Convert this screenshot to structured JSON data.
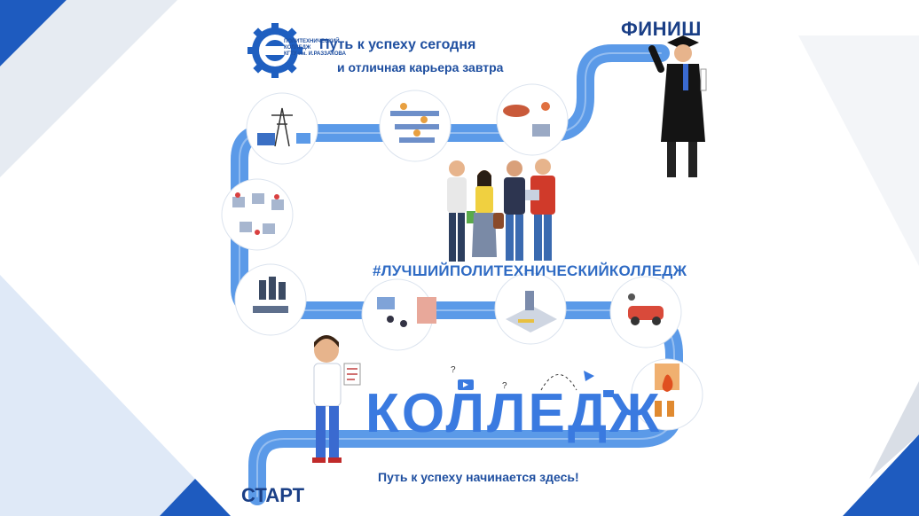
{
  "header": {
    "logo_text_line1": "ПОЛИТЕХНИЧЕСКИЙ КОЛЛЕДЖ",
    "logo_text_line2": "КГТУ им. И.РАЗЗАКОВА",
    "title_line1": "Путь к успеху сегодня",
    "title_line2": "и отличная карьера завтра"
  },
  "labels": {
    "finish": "ФИНИШ",
    "start": "СТАРТ",
    "hashtag": "#ЛУЧШИЙПОЛИТЕХНИЧЕСКИЙКОЛЛЕДЖ",
    "college": "КОЛЛЕДЖ",
    "tagline": "Путь к успеху начинается здесь!"
  },
  "colors": {
    "path": "#5b9ae8",
    "path_dark": "#3574cf",
    "title": "#1f4fa0",
    "accent_dark": "#1a3f86",
    "corner_blue": "#1e5bbf"
  }
}
